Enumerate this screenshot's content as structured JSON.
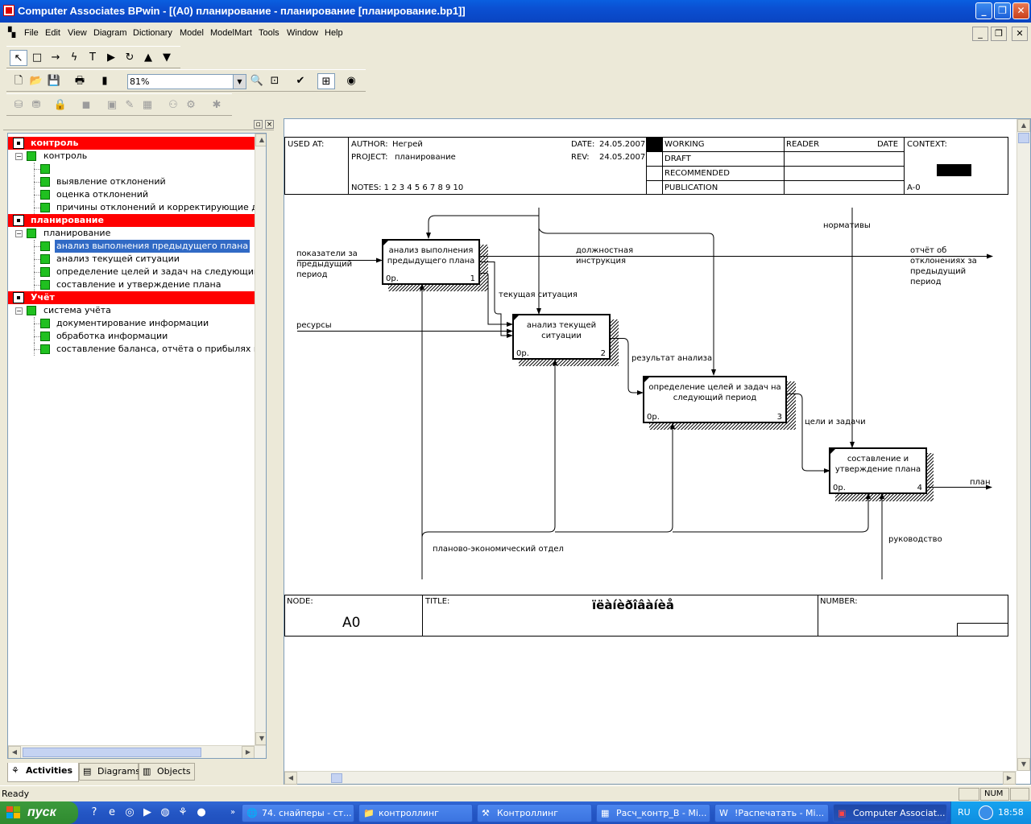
{
  "window": {
    "title": "Computer Associates BPwin - [(A0) планирование - планирование  [планирование.bp1]]",
    "minimize": "_",
    "restore": "❐",
    "close": "✕"
  },
  "menu": {
    "items": [
      "File",
      "Edit",
      "View",
      "Diagram",
      "Dictionary",
      "Model",
      "ModelMart",
      "Tools",
      "Window",
      "Help"
    ],
    "mdi_minimize": "_",
    "mdi_restore": "❐",
    "mdi_close": "✕"
  },
  "toolbar": {
    "zoom_value": "81%"
  },
  "explorer": {
    "tree": [
      {
        "label": "контроль",
        "type": "root"
      },
      {
        "label": "контроль",
        "type": "node"
      },
      {
        "label": "",
        "type": "leaf"
      },
      {
        "label": "выявление  отклонений",
        "type": "leaf"
      },
      {
        "label": "оценка  отклонений",
        "type": "leaf"
      },
      {
        "label": "причины отклонений и  корректирующие действия",
        "type": "leaf"
      },
      {
        "label": "планирование",
        "type": "root"
      },
      {
        "label": "планирование",
        "type": "node"
      },
      {
        "label": "анализ выполнения предыдущего плана",
        "type": "leaf",
        "selected": true
      },
      {
        "label": "анализ текущей  ситуации",
        "type": "leaf"
      },
      {
        "label": "определение целей и задач  на следующий период",
        "type": "leaf"
      },
      {
        "label": "составление и  утверждение плана",
        "type": "leaf"
      },
      {
        "label": "Учёт",
        "type": "root"
      },
      {
        "label": "система учёта",
        "type": "node"
      },
      {
        "label": "документирование информации",
        "type": "leaf"
      },
      {
        "label": "обработка  информации",
        "type": "leaf"
      },
      {
        "label": "составление баланса, отчёта о прибылях и убытках",
        "type": "leaf"
      }
    ],
    "tabs": [
      "Activities",
      "Diagrams",
      "Objects"
    ]
  },
  "diagram": {
    "header": {
      "used_at": "USED AT:",
      "author_label": "AUTHOR:",
      "author": "Негрей",
      "project_label": "PROJECT:",
      "project": "планирование",
      "date_label": "DATE:",
      "date": "24.05.2007",
      "rev_label": "REV:",
      "rev": "24.05.2007",
      "notes": "NOTES:  1  2  3  4  5  6  7  8  9  10",
      "status": [
        "WORKING",
        "DRAFT",
        "RECOMMENDED",
        "PUBLICATION"
      ],
      "reader": "READER",
      "reader_date": "DATE",
      "context": "CONTEXT:",
      "context_node": "A-0"
    },
    "boxes": [
      {
        "label": "анализ выполнения предыдущего плана",
        "cost": "0р.",
        "num": "1"
      },
      {
        "label": "анализ текущей ситуации",
        "cost": "0р.",
        "num": "2"
      },
      {
        "label": "определение целей и задач на следующий период",
        "cost": "0р.",
        "num": "3"
      },
      {
        "label": "составление и утверждение плана",
        "cost": "0р.",
        "num": "4"
      }
    ],
    "arrows": {
      "prev_indicators": "показатели за предыдущий период",
      "resources": "ресурсы",
      "job_instruction": "должностная инструкция",
      "norms": "нормативы",
      "deviation_report": "отчёт об отклонениях за предыдущий период",
      "current_situation": "текущая ситуация",
      "analysis_result": "результат анализа",
      "goals": "цели и задачи",
      "plan": "план",
      "management": "руководство",
      "planning_dept": "планово-экономический отдел"
    },
    "footer": {
      "node_label": "NODE:",
      "node": "A0",
      "title_label": "TITLE:",
      "title": "ïëàíèðîâàíèå",
      "number_label": "NUMBER:"
    }
  },
  "status": {
    "message": "Ready",
    "num": "NUM"
  },
  "taskbar": {
    "start": "пуск",
    "tasks": [
      {
        "label": "74. снайперы - ст..."
      },
      {
        "label": "контроллинг"
      },
      {
        "label": "Контроллинг"
      },
      {
        "label": "Расч_контр_В - Mi..."
      },
      {
        "label": "!Распечатать - Mi..."
      },
      {
        "label": "Computer Associat...",
        "active": true
      }
    ],
    "lang": "RU",
    "time": "18:58"
  }
}
